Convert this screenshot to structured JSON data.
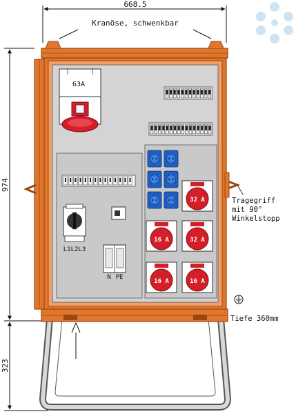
{
  "dimensions": {
    "width_label": "668.5",
    "height_label": "974",
    "stand_label": "323"
  },
  "annotations": {
    "crane_eye": "Kranöse, schwenkbar",
    "handle_line1": "Tragegriff",
    "handle_line2": "mit 90°",
    "handle_line3": "Winkelstopp",
    "depth": "Tiefe 360mm"
  },
  "main_socket": {
    "rating": "63A"
  },
  "cee_sockets": {
    "top_right": "32 A",
    "mid_left": "16 A",
    "mid_right": "32 A",
    "bottom_left": "16 A",
    "bottom_right": "16 A"
  },
  "labels": {
    "switch_phases": "L1L2L3",
    "terminal_n": "N",
    "terminal_pe": "PE"
  },
  "colors": {
    "frame_orange": "#e0772c",
    "frame_dark": "#9a4812",
    "panel_grey": "#d4d4d4",
    "socket_blue": "#1f5fc4",
    "socket_red": "#d41e28",
    "stand_grey": "#c8c8c8",
    "watermark": "#cfe4f2"
  }
}
